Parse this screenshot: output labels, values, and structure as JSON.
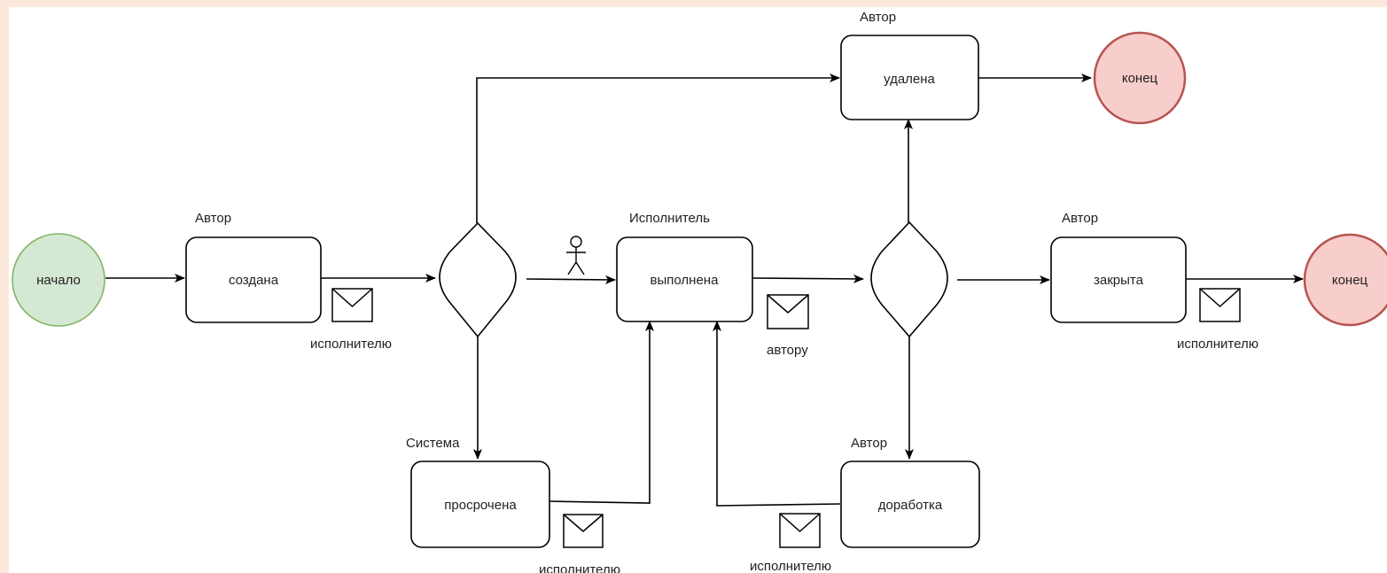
{
  "diagram": {
    "nodes": {
      "start": {
        "text": "начало",
        "fill": "#d5e8d4",
        "stroke": "#82b366"
      },
      "created": {
        "text": "создана",
        "role": "Автор"
      },
      "gateway1": {},
      "deleted": {
        "text": "удалена",
        "role": "Автор"
      },
      "end_top": {
        "text": "конец",
        "fill": "#f8cecc",
        "stroke": "#b85450"
      },
      "executed": {
        "text": "выполнена",
        "role": "Исполнитель"
      },
      "gateway2": {},
      "closed": {
        "text": "закрыта",
        "role": "Автор"
      },
      "end_right": {
        "text": "конец",
        "fill": "#f8cecc",
        "stroke": "#b85450"
      },
      "overdue": {
        "text": "просрочена",
        "role": "Система"
      },
      "rework": {
        "text": "доработка",
        "role": "Автор"
      }
    },
    "messages": {
      "msg_created": "исполнителю",
      "msg_executed": "автору",
      "msg_closed": "исполнителю",
      "msg_overdue": "исполнителю",
      "msg_rework": "исполнителю"
    },
    "edges": [
      {
        "from": "start",
        "to": "created"
      },
      {
        "from": "created",
        "to": "gateway1"
      },
      {
        "from": "gateway1",
        "to": "deleted"
      },
      {
        "from": "gateway1",
        "to": "executed"
      },
      {
        "from": "gateway1",
        "to": "overdue"
      },
      {
        "from": "overdue",
        "to": "executed"
      },
      {
        "from": "executed",
        "to": "gateway2"
      },
      {
        "from": "gateway2",
        "to": "deleted"
      },
      {
        "from": "gateway2",
        "to": "closed"
      },
      {
        "from": "gateway2",
        "to": "rework"
      },
      {
        "from": "rework",
        "to": "executed"
      },
      {
        "from": "deleted",
        "to": "end_top"
      },
      {
        "from": "closed",
        "to": "end_right"
      }
    ]
  }
}
